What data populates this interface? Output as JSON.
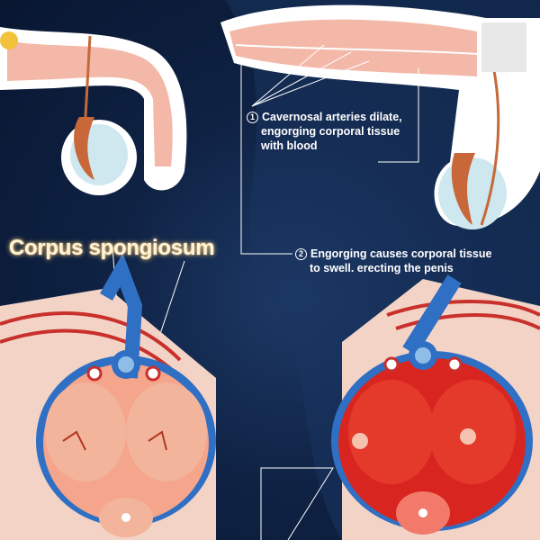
{
  "labels": {
    "corpus_spongiosum": "Corpus spongiosum"
  },
  "steps": [
    {
      "number": "1",
      "line1": "Cavernosal arteries dilate,",
      "line2": "engorging corporal tissue",
      "line3": "with blood"
    },
    {
      "number": "2",
      "line1": "Engorging causes corporal tissue",
      "line2": "to swell. erecting the penis"
    }
  ],
  "colors": {
    "background": "#0f2244",
    "tissue_pink": "#f4b8a8",
    "engorged_red": "#d9251f",
    "vein_blue": "#2f6fc4",
    "label_glow": "#f5c97a"
  }
}
